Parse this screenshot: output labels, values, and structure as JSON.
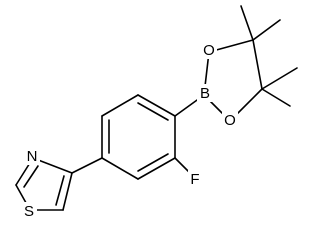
{
  "molecule": {
    "atoms": {
      "N": "N",
      "S": "S",
      "F": "F",
      "B": "B",
      "O1": "O",
      "O2": "O"
    }
  }
}
